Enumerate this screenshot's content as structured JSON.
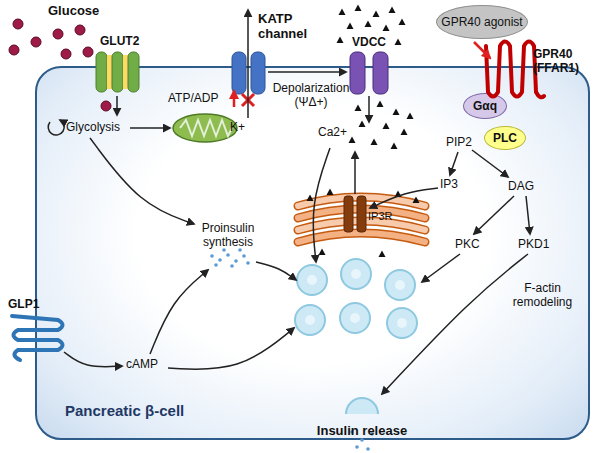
{
  "diagram": {
    "nodes": [
      {
        "text": [
          "GPR40 agonist"
        ]
      },
      {
        "text": [
          "Pancreatic β-cell"
        ]
      },
      {
        "text": [
          "Gαq"
        ],
        "in": 1
      },
      {
        "text": [
          "PLC"
        ],
        "in": 1
      }
    ],
    "labels": [
      "Glucose",
      "GLUT2",
      "KATP channel",
      "VDCC",
      "GPR40 (FFAR1)",
      "Glycolysis",
      "ATP/ADP",
      "K+",
      "Depolarization (ΨΔ+)",
      "Ca2+",
      "PIP2",
      "IP3",
      "DAG",
      "IP3R",
      "Proinsulin synthesis",
      "PKC",
      "PKD1",
      "GLP1",
      "cAMP",
      "F-actin remodeling",
      "Insulin release"
    ]
  }
}
